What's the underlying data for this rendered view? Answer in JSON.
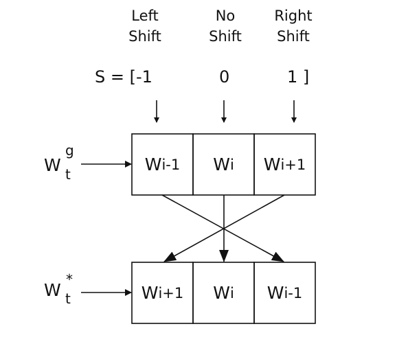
{
  "headers": [
    {
      "line1": "Left",
      "line2": "Shift"
    },
    {
      "line1": "No",
      "line2": "Shift"
    },
    {
      "line1": "Right",
      "line2": "Shift"
    }
  ],
  "shift_vector": {
    "prefix": "S = [-1",
    "middle": "0",
    "suffix": "1 ]"
  },
  "top_row": [
    {
      "base": "W",
      "sub": "i-1"
    },
    {
      "base": "W",
      "sub": "i"
    },
    {
      "base": "W",
      "sub": "i+1"
    }
  ],
  "bottom_row": [
    {
      "base": "W",
      "sub": "i+1"
    },
    {
      "base": "W",
      "sub": "i"
    },
    {
      "base": "W",
      "sub": "i-1"
    }
  ],
  "input_top": {
    "base": "W",
    "sup": "g",
    "sub": "t"
  },
  "input_bottom": {
    "base": "W",
    "sup": "*",
    "sub": "t"
  },
  "colors": {
    "stroke": "#111111",
    "background": "#ffffff"
  }
}
